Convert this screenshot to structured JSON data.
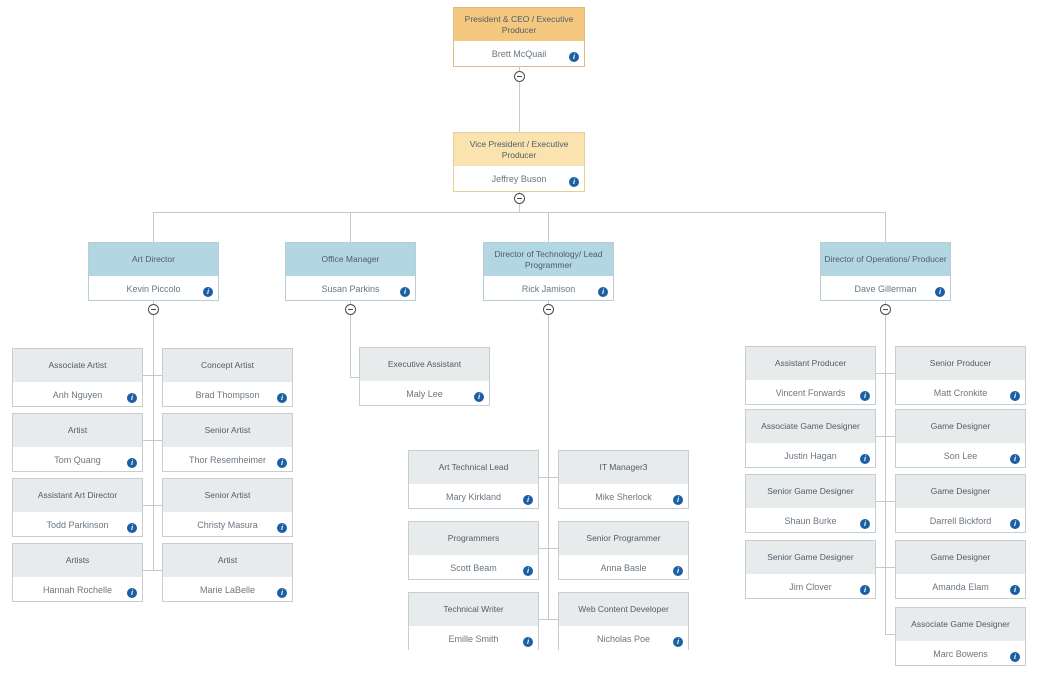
{
  "palette": {
    "level1_header": "#f5c87f",
    "level2_header": "#fae3ae",
    "level3_header": "#b2d6e2",
    "level4_header": "#e8ebeb",
    "body_fill": "#ffffff",
    "connector_line": "#c3c9cd",
    "info_icon_fill": "#1b5fa5",
    "title_text": "#4f5d68",
    "person_text": "#6b7781"
  },
  "icons": {
    "info_icon": "i",
    "collapse_icon": "−"
  },
  "nodes": [
    {
      "id": "president",
      "variant": "orange",
      "title": "President & CEO / Executive Producer",
      "person": "Brett McQuail"
    },
    {
      "id": "vice-president",
      "variant": "yellow",
      "title": "Vice President / Executive Producer",
      "person": "Jeffrey Buson"
    },
    {
      "id": "art-director",
      "variant": "blue",
      "title": "Art Director",
      "person": "Kevin Piccolo"
    },
    {
      "id": "office-manager",
      "variant": "blue",
      "title": "Office Manager",
      "person": "Susan Parkins"
    },
    {
      "id": "director-technology",
      "variant": "blue",
      "title": "Director of Technology/ Lead Programmer",
      "person": "Rick Jamison"
    },
    {
      "id": "director-operations",
      "variant": "blue",
      "title": "Director of Operations/ Producer",
      "person": "Dave Gillerman"
    },
    {
      "id": "associate-artist",
      "variant": "gray",
      "title": "Associate Artist",
      "person": "Anh Nguyen"
    },
    {
      "id": "concept-artist",
      "variant": "gray",
      "title": "Concept Artist",
      "person": "Brad Thompson"
    },
    {
      "id": "artist-tom",
      "variant": "gray",
      "title": "Artist",
      "person": "Tom Quang"
    },
    {
      "id": "senior-artist-thor",
      "variant": "gray",
      "title": "Senior Artist",
      "person": "Thor Resemheimer"
    },
    {
      "id": "assistant-art-director",
      "variant": "gray",
      "title": "Assistant Art Director",
      "person": "Todd Parkinson"
    },
    {
      "id": "senior-artist-christy",
      "variant": "gray",
      "title": "Senior Artist",
      "person": "Christy Masura"
    },
    {
      "id": "artists-hannah",
      "variant": "gray",
      "title": "Artists",
      "person": "Hannah Rochelle"
    },
    {
      "id": "artist-marie",
      "variant": "gray",
      "title": "Artist",
      "person": "Marie LaBelle"
    },
    {
      "id": "executive-assistant",
      "variant": "gray",
      "title": "Executive Assistant",
      "person": "Maly Lee"
    },
    {
      "id": "art-technical-lead",
      "variant": "gray",
      "title": "Art Technical Lead",
      "person": "Mary Kirkland"
    },
    {
      "id": "it-manager3",
      "variant": "gray",
      "title": "IT Manager3",
      "person": "Mike Sherlock"
    },
    {
      "id": "programmers",
      "variant": "gray",
      "title": "Programmers",
      "person": "Scott Beam"
    },
    {
      "id": "senior-programmer",
      "variant": "gray",
      "title": "Senior Programmer",
      "person": "Anna Basle"
    },
    {
      "id": "technical-writer",
      "variant": "gray",
      "title": "Technical Writer",
      "person": "Emille Smith"
    },
    {
      "id": "web-content-developer",
      "variant": "gray",
      "title": "Web Content Developer",
      "person": "Nicholas Poe"
    },
    {
      "id": "assistant-producer",
      "variant": "gray",
      "title": "Assistant Producer",
      "person": "Vincent Forwards"
    },
    {
      "id": "senior-producer",
      "variant": "gray",
      "title": "Senior Producer",
      "person": "Matt Cronkite"
    },
    {
      "id": "associate-game-designer-justin",
      "variant": "gray",
      "title": "Associate Game Designer",
      "person": "Justin Hagan"
    },
    {
      "id": "game-designer-son",
      "variant": "gray",
      "title": "Game Designer",
      "person": "Son Lee"
    },
    {
      "id": "senior-game-designer-shaun",
      "variant": "gray",
      "title": "Senior Game Designer",
      "person": "Shaun Burke"
    },
    {
      "id": "game-designer-darrell",
      "variant": "gray",
      "title": "Game Designer",
      "person": "Darrell Bickford"
    },
    {
      "id": "senior-game-designer-jim",
      "variant": "gray",
      "title": "Senior Game Designer",
      "person": "Jim Clover"
    },
    {
      "id": "game-designer-amanda",
      "variant": "gray",
      "title": "Game Designer",
      "person": "Amanda Elam"
    },
    {
      "id": "associate-game-designer-marc",
      "variant": "gray",
      "title": "Associate Game Designer",
      "person": "Marc Bowens"
    }
  ]
}
